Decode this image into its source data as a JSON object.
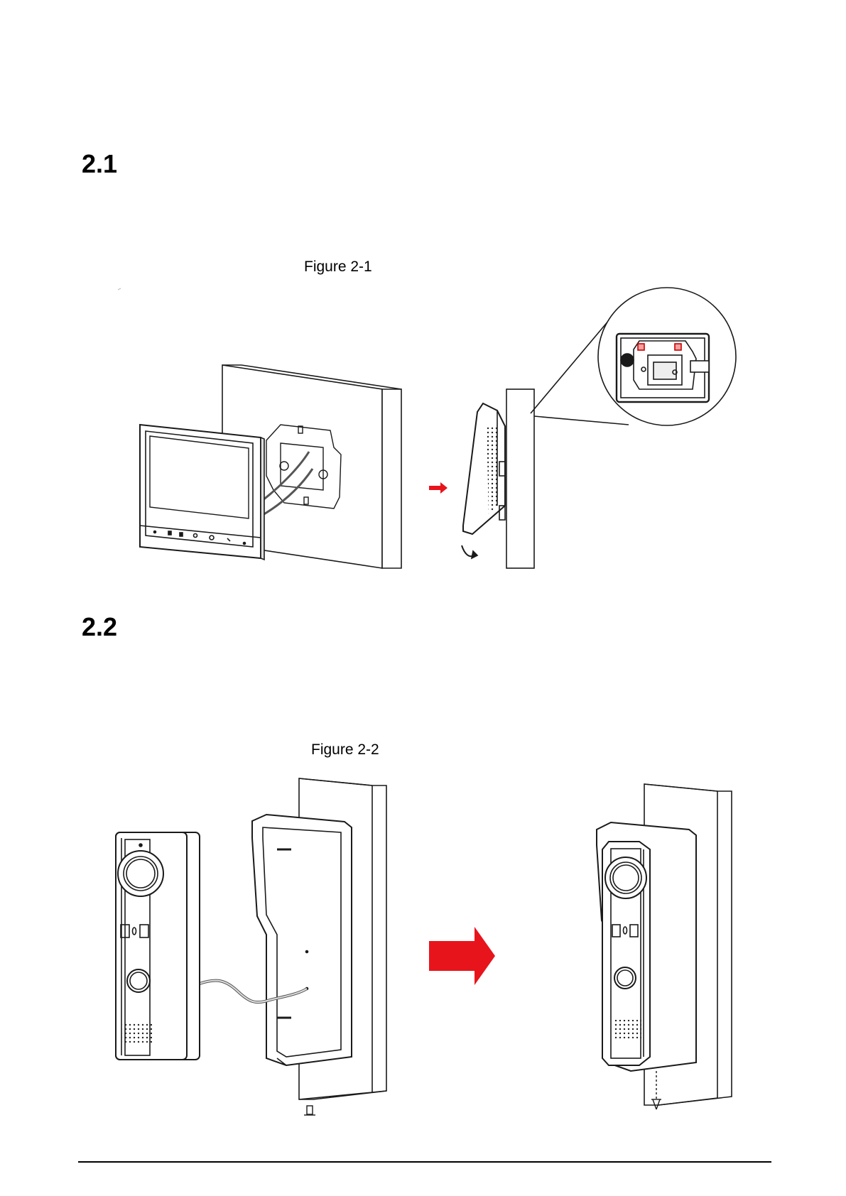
{
  "sections": [
    {
      "number": "2.1"
    },
    {
      "number": "2.2"
    }
  ],
  "figures": [
    {
      "caption": "Figure 2-1"
    },
    {
      "caption": "Figure 2-2"
    }
  ],
  "colors": {
    "arrow": "#e8141c",
    "line": "#1a1a1a"
  }
}
